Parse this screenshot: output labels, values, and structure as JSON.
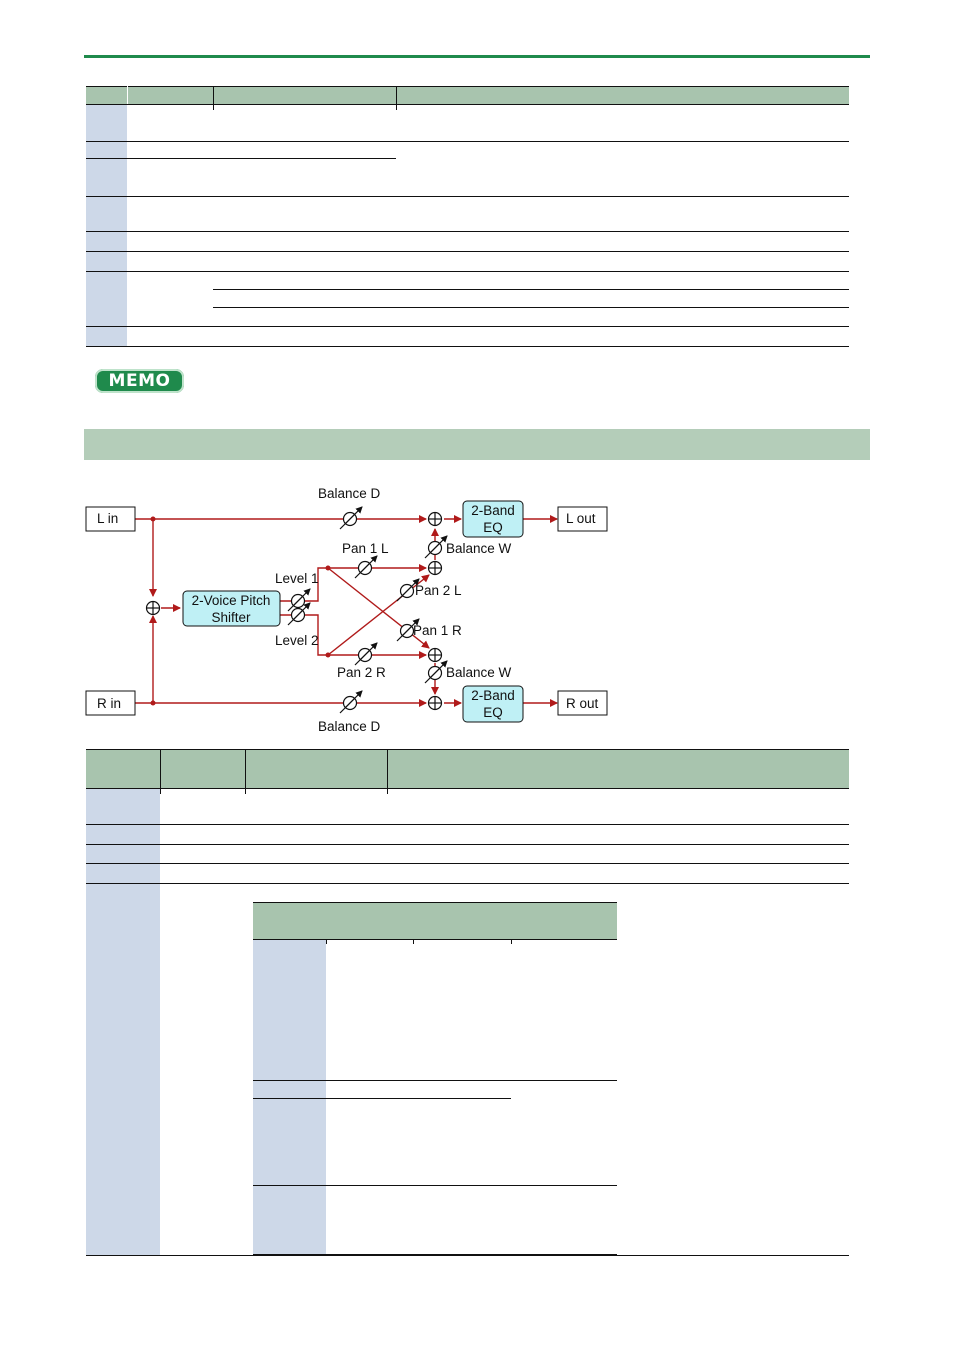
{
  "memo_badge": "MEMO",
  "diagram": {
    "l_in": "L in",
    "r_in": "R in",
    "l_out": "L out",
    "r_out": "R out",
    "pitch_shifter": [
      "2-Voice Pitch",
      "Shifter"
    ],
    "eq_top": [
      "2-Band",
      "EQ"
    ],
    "eq_bottom": [
      "2-Band",
      "EQ"
    ],
    "balance_d_top": "Balance D",
    "balance_d_bottom": "Balance D",
    "balance_w_top": "Balance W",
    "balance_w_bottom": "Balance W",
    "pan_1_l": "Pan 1 L",
    "pan_2_l": "Pan 2 L",
    "pan_1_r": "Pan 1 R",
    "pan_2_r": "Pan 2 R",
    "level_1": "Level 1",
    "level_2": "Level 2"
  },
  "colors": {
    "accent_green": "#1f8a4c",
    "table_header": "#a8c4ae",
    "side_column": "#cdd8e8",
    "section_bar": "#b4cdb9",
    "signal_line": "#b01a1a",
    "block_fill": "#bff0f5"
  }
}
